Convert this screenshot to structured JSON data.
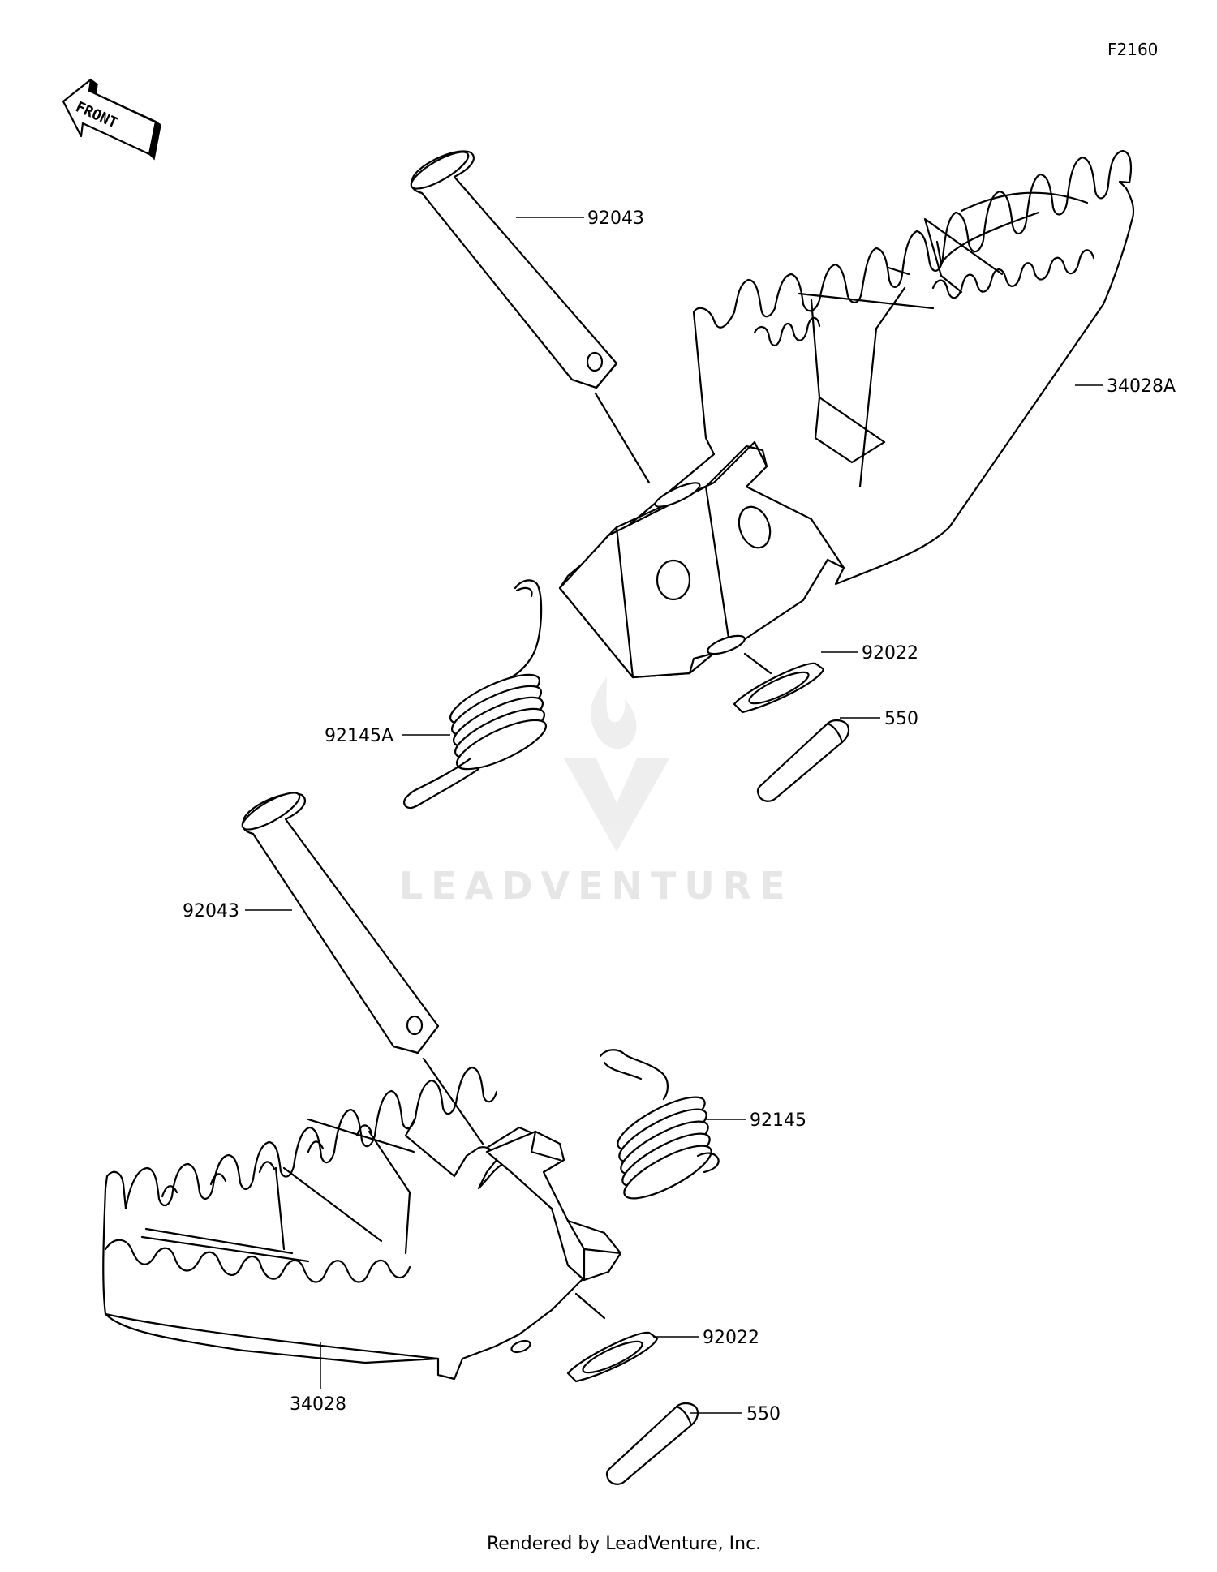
{
  "figure_code": "F2160",
  "front_label": "FRONT",
  "watermark": "LEADVENTURE",
  "footer": "Rendered by LeadVenture, Inc.",
  "callouts": {
    "pin_upper": "92043",
    "step_right": "34028A",
    "washer_upper": "92022",
    "cotter_upper": "550",
    "spring_upper": "92145A",
    "pin_lower": "92043",
    "spring_lower": "92145",
    "washer_lower": "92022",
    "cotter_lower": "550",
    "step_left": "34028"
  }
}
